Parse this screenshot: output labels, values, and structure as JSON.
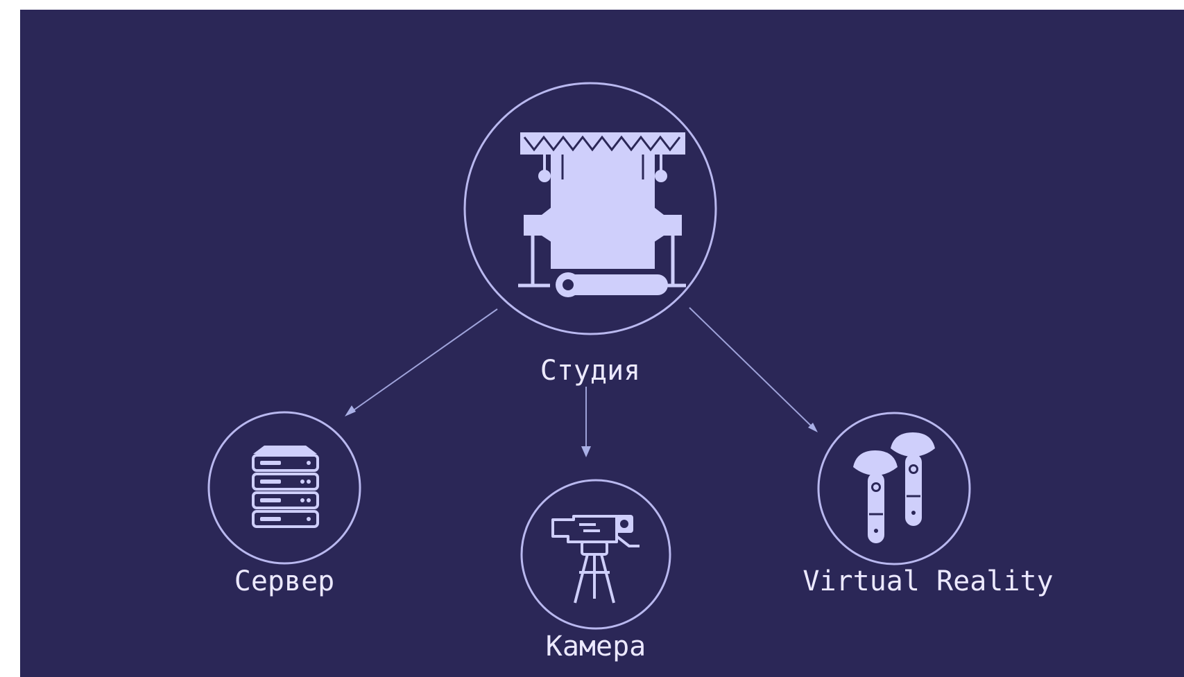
{
  "diagram": {
    "nodes": {
      "studio": {
        "label": "Студия",
        "icon": "studio-backdrop-icon"
      },
      "server": {
        "label": "Сервер",
        "icon": "server-rack-icon"
      },
      "camera": {
        "label": "Камера",
        "icon": "video-camera-icon"
      },
      "vr": {
        "label": "Virtual Reality",
        "icon": "vr-controllers-icon"
      }
    },
    "edges": [
      {
        "from": "Студия",
        "to": "Сервер"
      },
      {
        "from": "Студия",
        "to": "Камера"
      },
      {
        "from": "Студия",
        "to": "Virtual Reality"
      }
    ],
    "colors": {
      "background": "#2b2757",
      "ring": "#b9b8ef",
      "icon": "#cfcffb",
      "edge": "#9fa3da",
      "label": "#ece9ff"
    }
  }
}
